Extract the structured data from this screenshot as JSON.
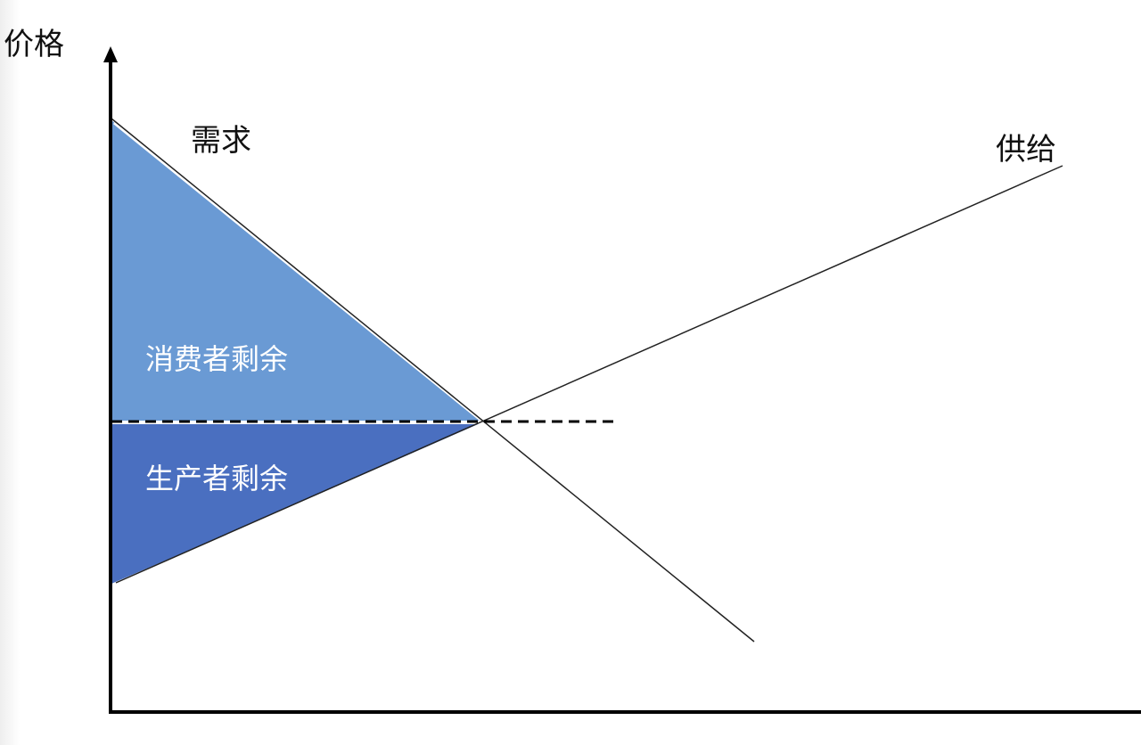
{
  "diagram": {
    "y_axis_label": "价格",
    "demand_label": "需求",
    "supply_label": "供给",
    "consumer_surplus_label": "消费者剩余",
    "producer_surplus_label": "生产者剩余",
    "colors": {
      "consumer_surplus": "#6a9ad4",
      "producer_surplus": "#4a6fc0",
      "axis": "#000000",
      "lines": "#222222"
    }
  }
}
